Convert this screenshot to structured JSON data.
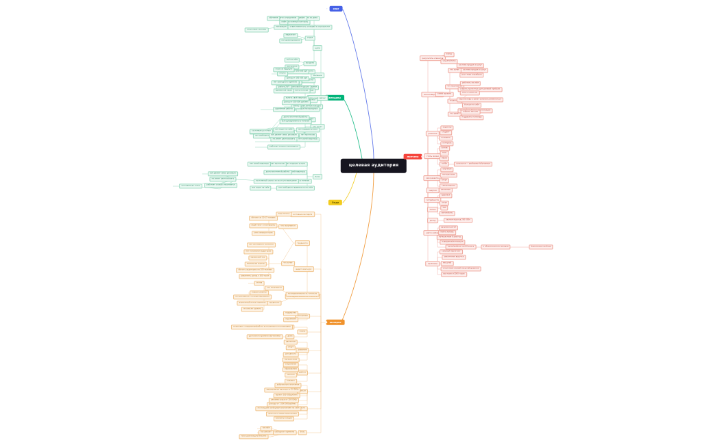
{
  "app": {
    "type": "mindmap",
    "background": "#ffffff"
  },
  "root": {
    "label": "целевая аудитория",
    "color": "#16151f"
  },
  "branches": [
    {
      "id": "blue",
      "label": "опыт",
      "color": "#4560e6"
    },
    {
      "id": "green",
      "label": "женщины",
      "color": "#00b378"
    },
    {
      "id": "red",
      "label": "мужчины",
      "color": "#f5453c"
    },
    {
      "id": "yellow",
      "label": "Люди",
      "color": "#f2cb1d"
    },
    {
      "id": "orange",
      "label": "эксперты",
      "color": "#f0922b"
    }
  ],
  "nodes": {
    "g1": "работа из дома",
    "g2": "свой график",
    "g3": "постоянный контроль",
    "g4": "задачи сотрудников",
    "g5": "ответственность за людей и за результат",
    "g6": "найм",
    "g7": "обучение",
    "g8": "мотивация",
    "g9": "отдел",
    "g10": "продажи",
    "g11": "маркетинг",
    "g12": "что у них сейчас",
    "g13": "отсутствие системы",
    "g14": "нет делегирования",
    "g15": "всё на себе",
    "g16": "выгорание",
    "g17": "усталость",
    "g18": "нет роста",
    "g19": "доход до 100 000 руб",
    "g20": "доход от 100 000 руб",
    "g21": "доход",
    "g22": "нет финансовой подушки",
    "g23": "страх за будущее",
    "g24": "свободное время",
    "g25": "отпуск",
    "g26": "нет свободного времени",
    "g27": "работа 24/7",
    "g28": "нет помощи",
    "g29": "нет поддержки",
    "g30": "свободная личная поездка",
    "g31": "отдых без выходных",
    "g32": "переехать жить на море",
    "g33": "купить своё квартиру",
    "g34": "доход от 300 000 руб/мес",
    "g35": "мечты",
    "g36": "временная пауза",
    "g37": "удалённая работа",
    "g38": "нет подушки услуги",
    "g39": "нет прогнозов",
    "g40": "нет своей квартиры",
    "g41": "долги ипотечной работы",
    "g42": "всё одновременно в течение",
    "g43": "постоянный стресс из-за отсутствия денег",
    "g44": "нет свободного времени на на себя",
    "g45": "все ходит на себе",
    "g46": "боли",
    "g47": "всё делает сама, рисовала",
    "g48": "не умеет делегировать",
    "g49": "работает сколько получается",
    "g50": "состояние до точки",
    "g51": "цели",
    "g52": "желания",
    "g53": "что хочет",
    "g54": "что мешает",
    "r1": "результаты клиентов",
    "r2": "кейсы",
    "r3": "соцсети/чаты",
    "r4": "масштабирование",
    "r5": "система продаж и услуг",
    "r6": "рост чека и прибыли",
    "r7": "что хочет",
    "r8": "работать на себя",
    "r9": "собрать проектную для целевой прибыли",
    "r10": "что получается",
    "r11": "много клиентов",
    "r12": "перспективы у умеет заниматься/обучаться",
    "r13": "больше на себя",
    "r14": "на уровень боли и монетизации",
    "r15": "трудности",
    "r16": "собрать миссию",
    "r17": "поддержка команды",
    "r18": "что умеет",
    "r19": "схема проекта",
    "r20": "маркетинг",
    "r21": "продукты",
    "r22": "найм",
    "r23": "развитие",
    "r24": "характер",
    "r25": "студент",
    "r26": "половина",
    "r27": "контроль",
    "r28": "характер",
    "r29": "состав",
    "r30": "тело",
    "r31": "образ",
    "r32": "хобби",
    "r33": "остальное — разбирают/обучаемые",
    "r34": "обучение",
    "r35": "путешествия",
    "r36": "спорт",
    "r37": "саморазвитие",
    "r38": "вложение",
    "r39": "энергия",
    "r40": "здоровье",
    "r41": "спорт",
    "r42": "еда",
    "r43": "автомобиль",
    "r44": "дом",
    "r45": "семья",
    "r46": "доход",
    "r47": "зарплата/доход 200-300к",
    "r48": "здоровье детей",
    "r49": "найти любовь",
    "r50": "путешествие 6 раз/год",
    "r51": "поведение/мотивация",
    "r52": "нанял/выбрал своё бизнеса",
    "r53": "и обязательность доходов",
    "r54": "финансовая свобода",
    "r55": "работа",
    "r56": "сильный маркетинг",
    "r57": "увеличение выручки",
    "r58": "масштаб",
    "r59": "отсутствие знаний масштабирования",
    "r60": "выстроил х1000 годов",
    "r61": "стиль жизни",
    "r62": "потребности",
    "r63": "жизнь",
    "r64": "проблемы",
    "o1": "состояние эксперта",
    "o2": "под статусу",
    "o3": "обучает за 10-17 человек",
    "o4": "ведёт блог и платформы",
    "o5": "уже совершил крах",
    "o6": "что получается",
    "o7": "нет системного контента",
    "o8": "нет понимания аудитории",
    "o9": "маленький чек",
    "o10": "маленькие группы",
    "o11": "трудности",
    "o12": "видит свой курс",
    "o13": "обучать аудиторию на 100 человек",
    "o14": "увеличить доход х 300 тыс/м",
    "o15": "построить личный бренд",
    "o16": "экспертно и более",
    "o17": "здоровье отношений в семье",
    "o18": "что хочет",
    "o19": "мотив",
    "o20": "новые клиенты",
    "o21": "что получается",
    "o22": "нет рекламного позиционирования",
    "o23": "возможный поток клиентов",
    "o24": "не смогли сделать",
    "o25": "трудности",
    "o26": "нет лояльности со стороны команды",
    "o27": "недостаточный количество ресурсов",
    "o28": "эксперт",
    "o29": "последовательность точности",
    "o30": "поддержка",
    "o31": "отношения",
    "o32": "окружение",
    "o33": "позволяет сотрудникам/работа в поселении и поселениями",
    "o34": "жизнь",
    "o35": "доступного времени обучениями",
    "o36": "дома",
    "o37": "движение",
    "o38": "спорт",
    "o39": "доходность",
    "o40": "путешествия",
    "o41": "развитие",
    "o42": "сохранение",
    "o43": "образование",
    "o44": "занятия",
    "o45": "коллеги",
    "o46": "работа",
    "o47": "добровольно вложение",
    "o48": "мероприятия местные от 50 000р",
    "o49": "проект 200 000руб/мес",
    "o50": "реклама курса от 300 000р",
    "o51": "доходы от 1 000 000руб/мес",
    "o52": "деньги",
    "o53": "по большим свободным вложениям на себя",
    "o54": "запустить новые приложения",
    "o55": "вложить в акции",
    "o56": "место",
    "o57": "на себя",
    "o58": "на самолет",
    "o59": "нет свободного времени",
    "o60": "боль",
    "o61": "на/социализация/семьями",
    "o62": "карьера",
    "o63": "эксперт"
  }
}
